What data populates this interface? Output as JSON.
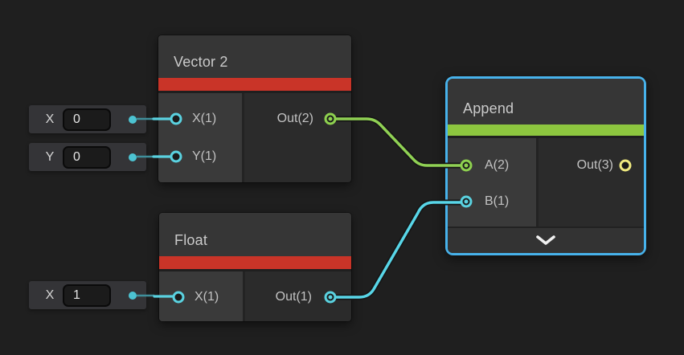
{
  "colors": {
    "canvas_bg": "#1f1f1f",
    "selection_outline": "#47b2eb",
    "accent_red": "#c93428",
    "accent_green": "#8dc63f",
    "port_cyan": "#5ad2e0",
    "port_green": "#8ed14f",
    "port_yellow": "#efe97f",
    "wire_green": "#90d154",
    "wire_cyan": "#58d6e8",
    "widget_dot_cyan": "#4cc3d2",
    "faint_link_cyan": "#3f8f9b"
  },
  "nodes": {
    "vector2": {
      "title": "Vector 2",
      "inputs": [
        {
          "label": "X(1)"
        },
        {
          "label": "Y(1)"
        }
      ],
      "outputs": [
        {
          "label": "Out(2)"
        }
      ]
    },
    "float": {
      "title": "Float",
      "inputs": [
        {
          "label": "X(1)"
        }
      ],
      "outputs": [
        {
          "label": "Out(1)"
        }
      ]
    },
    "append": {
      "title": "Append",
      "selected": true,
      "inputs": [
        {
          "label": "A(2)"
        },
        {
          "label": "B(1)"
        }
      ],
      "outputs": [
        {
          "label": "Out(3)"
        }
      ]
    }
  },
  "widgets": [
    {
      "label": "X",
      "value": "0"
    },
    {
      "label": "Y",
      "value": "0"
    },
    {
      "label": "X",
      "value": "1"
    }
  ]
}
